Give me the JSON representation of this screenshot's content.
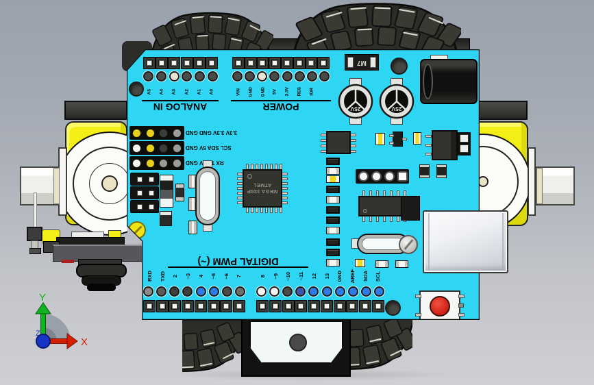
{
  "scene": {
    "background_top": "#99a1ad",
    "background_bottom": "#cfd0d3",
    "board_color": "#2ed6f3",
    "chassis_yellow": "#f2ee16",
    "tire_color": "#2e2e2a",
    "wheel_hub_color": "#eae3c6",
    "reset_button_color": "#e03128",
    "usb_shield_color": "#e8ebee"
  },
  "board": {
    "silk": {
      "analog_title": "ANALOG IN",
      "power_title": "POWER",
      "digital_title": "DIGITAL PWM (~)",
      "mcu_line1": "ATMEL",
      "mcu_line2": "MEGA 328P",
      "diode_label": "M7",
      "cap_label": "25V",
      "analog_pins": [
        "A5",
        "A4",
        "A3",
        "A2",
        "A1",
        "A0"
      ],
      "power_pins": [
        "VIN",
        "GND",
        "GND",
        "5V",
        "3.3V",
        "RES",
        "IOR",
        ""
      ],
      "digital_left_pins": [
        "RXD",
        "TXD",
        "2",
        "~3",
        "4",
        "~5",
        "~6",
        "7"
      ],
      "digital_right_pins": [
        "8",
        "~9",
        "~10",
        "~11",
        "12",
        "13",
        "GND",
        "AREF",
        "SDA",
        "SCL"
      ],
      "io_rows": [
        {
          "label": "3.3V 3.3V GND GND",
          "pads": [
            "#e8d01c",
            "#e8d01c",
            "#3c3c3a",
            "#9c9c98"
          ]
        },
        {
          "label": "SCL SDA 5V GND",
          "pads": [
            "#f6f6f2",
            "#e8d01c",
            "#3c3c3a",
            "#9c9c98"
          ]
        },
        {
          "label": "RX TX 5V GND",
          "pads": [
            "#f6f6f2",
            "#e8d01c",
            "#9c9c98",
            "#9c9c98"
          ]
        }
      ]
    },
    "pads": {
      "analog": [
        "#4b4b49",
        "#4b4b49",
        "#e9e5d6",
        "#4b4b49",
        "#4b4b49",
        "#4b4b49"
      ],
      "power": [
        "#4b4b49",
        "#4b4b49",
        "#e9e5d6",
        "#4b4b49",
        "#4b4b49",
        "#4b4b49",
        "#4b4b49",
        "#4b4b49"
      ],
      "digital_left": [
        "#8a8a88",
        "#5c5c5a",
        "#3e3e3c",
        "#3e3e3c",
        "#2f7ce6",
        "#2f7ce6",
        "#4a4a48",
        "#6e6e6c"
      ],
      "digital_right": [
        "#f4f4f0",
        "#f4f4f0",
        "#4a4a48",
        "#3e56a8",
        "#2f7ce6",
        "#2f7ce6",
        "#2f7ce6",
        "#2f7ce6",
        "#2f7ce6",
        "#2f7ce6"
      ]
    }
  },
  "triad": {
    "x": "X",
    "y": "Y",
    "z": "Z",
    "x_color": "#d42000",
    "y_color": "#10b41e",
    "z_color": "#1736c8"
  }
}
